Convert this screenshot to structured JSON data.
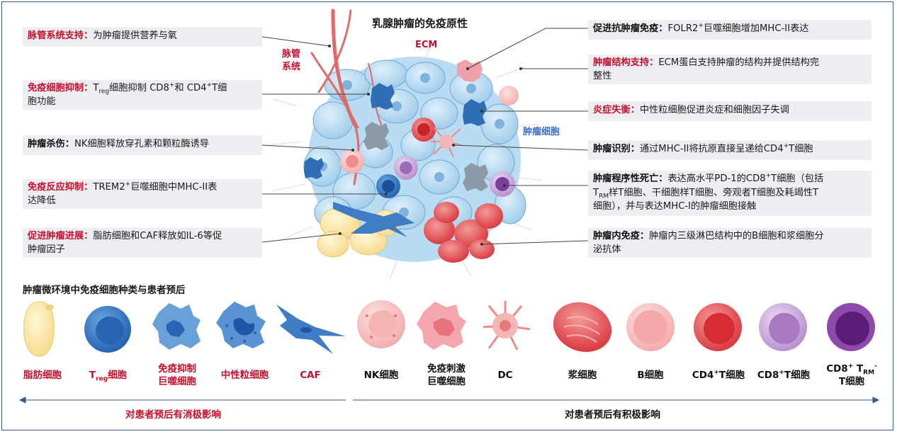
{
  "title": "乳腺肿瘤的免疫原性",
  "center_labels": {
    "vessel": [
      "脉管",
      "系统"
    ],
    "ecm": "ECM",
    "tumor_cell": "肿瘤细胞"
  },
  "left_boxes": [
    {
      "head": "脉管系统支持：",
      "t1": "为肿瘤提供营养与氧",
      "red": true
    },
    {
      "head": "免疫细胞抑制：",
      "t1": "T",
      "sub": "reg",
      "t2": "细胞抑制 CD8",
      "sup1": "+",
      "t3": "和 CD4",
      "sup2": "+",
      "t4": "T细",
      "line2": "胞功能",
      "red": true
    },
    {
      "head": "肿瘤杀伤：",
      "t1": "NK细胞释放穿孔素和颗粒酶诱导",
      "red": false
    },
    {
      "head": "免疫反应抑制：",
      "t1": "TREM2",
      "sup1": "+",
      "t2": "巨噬细胞中MHC-II表",
      "line2": "达降低",
      "red": true
    },
    {
      "head": "促进肿瘤进展：",
      "t1": "脂肪细胞和CAF释放如IL-6等促",
      "line2": "肿瘤因子",
      "red": true
    }
  ],
  "right_boxes": [
    {
      "head": "促进抗肿瘤免疫：",
      "t1": "FOLR2",
      "sup1": "+",
      "t2": "巨噬细胞增加MHC-II表达",
      "red": false
    },
    {
      "head": "肿瘤结构支持：",
      "t1": "ECM蛋白支持肿瘤的结构并提供结构完",
      "line2": "整性",
      "red": true
    },
    {
      "head": "炎症失衡：",
      "t1": "中性粒细胞促进炎症和细胞因子失调",
      "red": true
    },
    {
      "head": "肿瘤识别：",
      "t1": "通过MHC-II将抗原直接呈递给CD4",
      "sup1": "+",
      "t2": "T细胞",
      "red": false
    },
    {
      "head": "肿瘤程序性死亡：",
      "t1": "表达高水平PD-1的CD8",
      "sup1": "+",
      "t2": "T细胞（包括",
      "line2a": "T",
      "line2sub": "RM",
      "line2b": "样T细胞、干细胞样T细胞、旁观者T细胞及耗竭性T",
      "line3": "细胞），并与表达MHC-I的肿瘤细胞接触",
      "red": false
    },
    {
      "head": "肿瘤内免疫：",
      "t1": "肿瘤内三级淋巴结构中的B细胞和浆细胞分",
      "line2": "泌抗体",
      "red": false
    }
  ],
  "legend_title": "肿瘤微环境中免疫细胞种类与患者预后",
  "cells_negative": [
    {
      "label": "脂肪细胞",
      "icon": "adipocyte-icon"
    },
    {
      "label": "T",
      "sub": "reg",
      "label2": "细胞",
      "icon": "treg-icon"
    },
    {
      "label": "免疫抑制",
      "label_line2": "巨噬细胞",
      "icon": "suppressive-macrophage-icon"
    },
    {
      "label": "中性粒细胞",
      "icon": "neutrophil-icon"
    },
    {
      "label": "CAF",
      "icon": "caf-icon"
    }
  ],
  "cells_positive": [
    {
      "label": "NK细胞",
      "icon": "nk-cell-icon"
    },
    {
      "label": "免疫刺激",
      "label_line2": "巨噬细胞",
      "icon": "stimulatory-macrophage-icon"
    },
    {
      "label": "DC",
      "icon": "dendritic-cell-icon"
    },
    {
      "label": "浆细胞",
      "icon": "plasma-cell-icon"
    },
    {
      "label": "B细胞",
      "icon": "b-cell-icon"
    },
    {
      "label": "CD4",
      "sup": "+",
      "label2": "T细胞",
      "icon": "cd4-t-cell-icon"
    },
    {
      "label": "CD8",
      "sup": "+",
      "label2": "T细胞",
      "icon": "cd8-t-cell-icon"
    },
    {
      "label": "CD8",
      "sup": "+",
      "label2": " T",
      "sub": "RM",
      "sup2": "-",
      "label_line2": "T细胞",
      "icon": "cd8-trm-cell-icon"
    }
  ],
  "negative_arrow_label": "对患者预后有消极影响",
  "positive_arrow_label": "对患者预后有积极影响",
  "colors": {
    "accent_red": "#c8102e",
    "box_bg": "#eceef2",
    "tumor_blue": "#a9d2ee",
    "frame": "#3a5a8a"
  }
}
